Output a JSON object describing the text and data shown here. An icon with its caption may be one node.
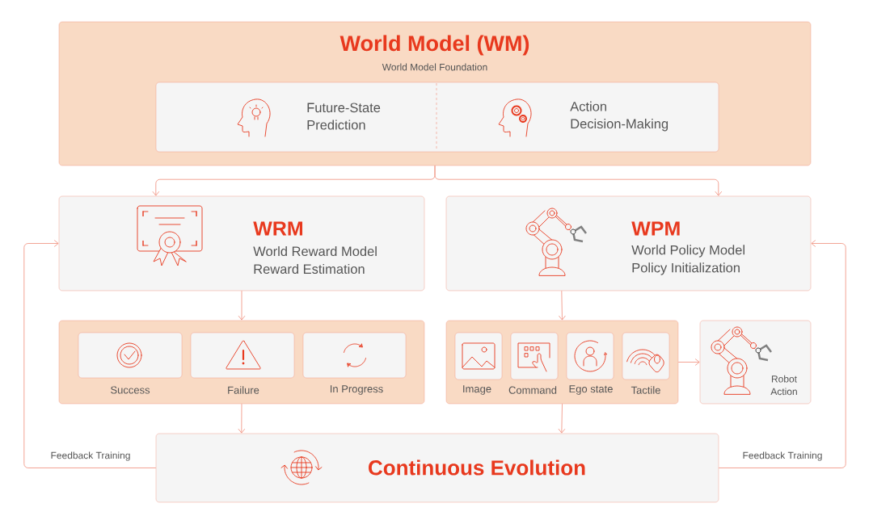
{
  "diagram": {
    "nodes": [
      {
        "text": [
          "World Model (WM)",
          "World Model Foundation"
        ]
      },
      {
        "text": [],
        "shape": "box",
        "in": 0
      },
      {
        "text": [
          "Future-State Prediction"
        ],
        "in": 1
      },
      {
        "text": [
          "Action Decision-Making"
        ],
        "in": 1
      },
      {
        "text": [
          "WRM",
          "World Reward Model",
          "Reward Estimation"
        ]
      },
      {
        "text": [
          "WPM",
          "World Policy Model",
          "Policy Initialization"
        ]
      },
      {
        "text": [],
        "shape": "box"
      },
      {
        "text": [
          "Success"
        ],
        "in": 6
      },
      {
        "text": [
          "Failure"
        ],
        "in": 6
      },
      {
        "text": [
          "In Progress"
        ],
        "in": 6
      },
      {
        "text": [],
        "shape": "box"
      },
      {
        "text": [
          "Image"
        ],
        "in": 10
      },
      {
        "text": [
          "Command"
        ],
        "in": 10
      },
      {
        "text": [
          "Ego state"
        ],
        "in": 10
      },
      {
        "text": [
          "Tactile"
        ],
        "in": 10
      },
      {
        "text": [
          "Robot Action"
        ]
      },
      {
        "text": [
          "Continuous Evolution"
        ]
      }
    ],
    "edges": [
      {
        "from": 0,
        "to": 4,
        "arrow": "to"
      },
      {
        "from": 0,
        "to": 5,
        "arrow": "to"
      },
      {
        "from": 4,
        "to": 6,
        "arrow": "to"
      },
      {
        "from": 5,
        "to": 10,
        "arrow": "to"
      },
      {
        "from": 10,
        "to": 15,
        "arrow": "to"
      },
      {
        "from": 6,
        "to": 16,
        "arrow": "to"
      },
      {
        "from": 10,
        "to": 16,
        "arrow": "to"
      },
      {
        "from": 16,
        "to": 4,
        "arrow": "to",
        "label": "Feedback Training"
      },
      {
        "from": 16,
        "to": 5,
        "arrow": "to",
        "label": "Feedback Training"
      }
    ]
  }
}
